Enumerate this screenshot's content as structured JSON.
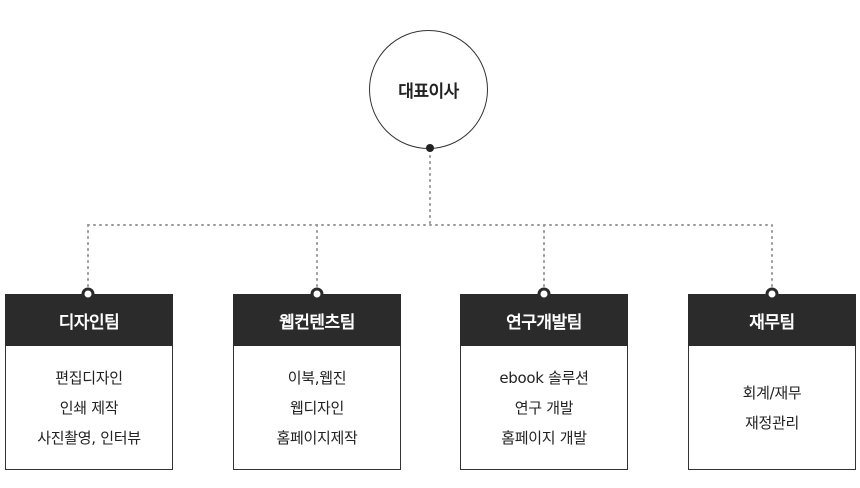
{
  "ceo": {
    "label": "대표이사"
  },
  "teams": [
    {
      "name": "디자인팀",
      "duties": [
        "편집디자인",
        "인쇄 제작",
        "사진촬영, 인터뷰"
      ]
    },
    {
      "name": "웹컨텐츠팀",
      "duties": [
        "이북,웹진",
        "웹디자인",
        "홈페이지제작"
      ]
    },
    {
      "name": "연구개발팀",
      "duties": [
        "ebook 솔루션",
        "연구 개발",
        "홈페이지 개발"
      ]
    },
    {
      "name": "재무팀",
      "duties": [
        "회계/재무",
        "재정관리"
      ]
    }
  ],
  "colors": {
    "header_bg": "#2b2b2b",
    "line": "#999999",
    "border": "#333333"
  }
}
